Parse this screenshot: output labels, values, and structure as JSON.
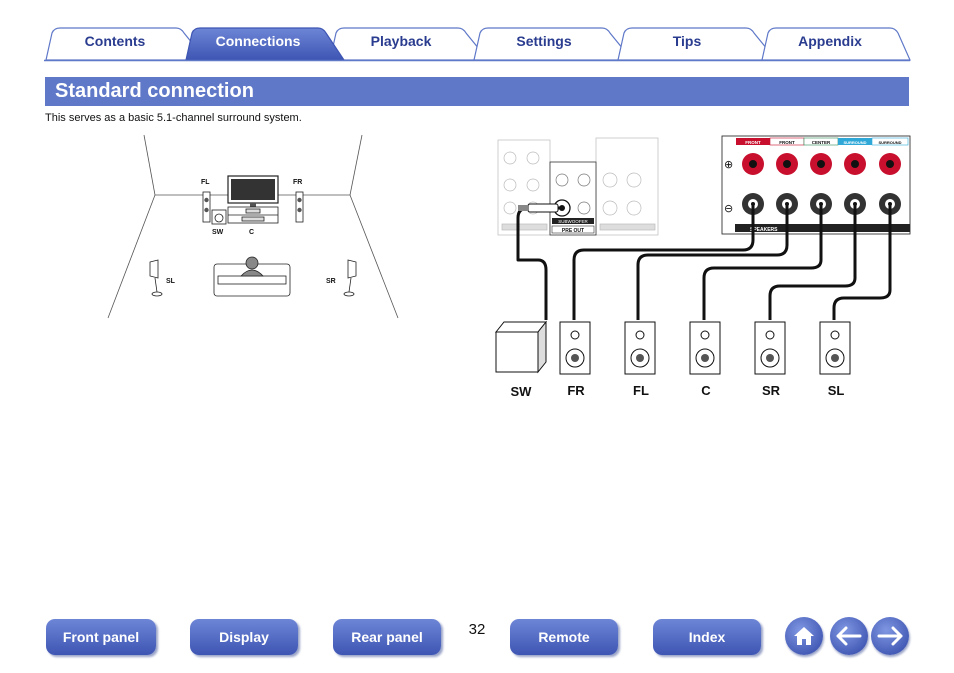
{
  "tabs": [
    {
      "label": "Contents",
      "active": false
    },
    {
      "label": "Connections",
      "active": true
    },
    {
      "label": "Playback",
      "active": false
    },
    {
      "label": "Settings",
      "active": false
    },
    {
      "label": "Tips",
      "active": false
    },
    {
      "label": "Appendix",
      "active": false
    }
  ],
  "section_title": "Standard connection",
  "intro_text": "This serves as a basic 5.1-channel surround system.",
  "room_labels": {
    "fl": "FL",
    "fr": "FR",
    "sw": "SW",
    "c": "C",
    "sl": "SL",
    "sr": "SR"
  },
  "panel_text": {
    "front": "FRONT",
    "center": "CENTER",
    "surround": "SURROUND",
    "speakers": "SPEAKERS",
    "preout": "PRE OUT",
    "subwoofer": "SUBWOOFER",
    "plus": "⊕",
    "minus": "⊖"
  },
  "speaker_labels": {
    "sw": "SW",
    "fr": "FR",
    "fl": "FL",
    "c": "C",
    "sr": "SR",
    "sl": "SL"
  },
  "bottom_nav": {
    "front_panel": "Front panel",
    "display": "Display",
    "rear_panel": "Rear panel",
    "page_number": "32",
    "remote": "Remote",
    "index": "Index"
  },
  "icons": {
    "home": "home-icon",
    "back": "arrow-left-icon",
    "forward": "arrow-right-icon"
  },
  "colors": {
    "accent": "#5f78c8",
    "tab_active": "#3e55b3",
    "tab_text": "#2a3c8f",
    "front_red": "#c8102e",
    "surround_blue": "#2fa8d8"
  }
}
